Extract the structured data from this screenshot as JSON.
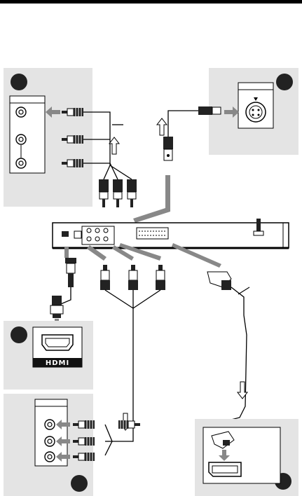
{
  "page": {
    "header_rule_color": "#000000",
    "panel_color": "#e4e4e4",
    "line_color": "#000000",
    "arrow_color": "#888888"
  },
  "panels": [
    {
      "id": "composite-tv",
      "badge": ""
    },
    {
      "id": "svideo-tv",
      "badge": ""
    },
    {
      "id": "hdmi-tv",
      "badge": "",
      "logo_text": "HDMI"
    },
    {
      "id": "component-tv",
      "badge": ""
    },
    {
      "id": "scart-tv",
      "badge": ""
    }
  ],
  "icons": [
    "rca-plug-icon",
    "svideo-plug-icon",
    "svideo-jack-icon",
    "hdmi-plug-icon",
    "hdmi-port-icon",
    "scart-plug-icon",
    "scart-port-icon",
    "dvd-player-icon",
    "signal-arrow-icon"
  ]
}
